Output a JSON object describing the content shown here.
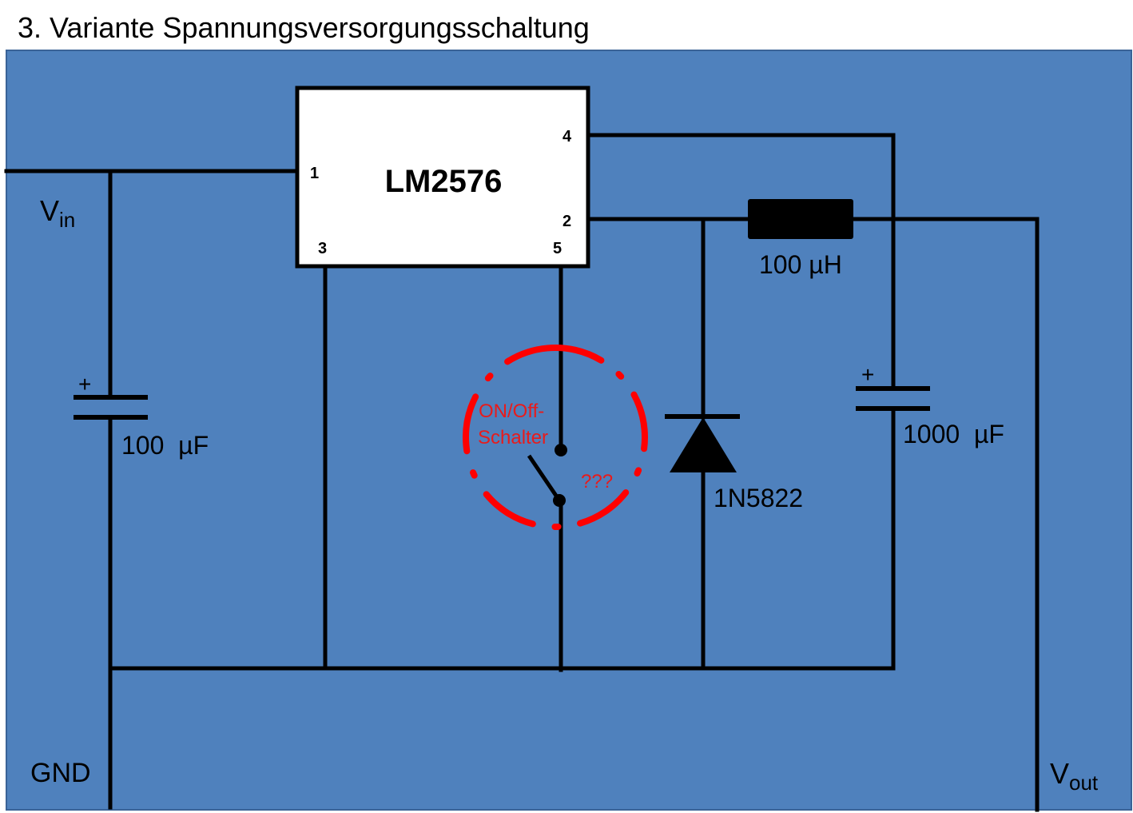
{
  "title": "3. Variante Spannungsversorgungsschaltung",
  "colors": {
    "background": "#4f81bd",
    "wire": "#000000",
    "highlight": "#ff0000",
    "ic_fill": "#ffffff"
  },
  "ic": {
    "name": "LM2576",
    "pins": {
      "p1": "1",
      "p2": "2",
      "p3": "3",
      "p4": "4",
      "p5": "5"
    }
  },
  "terminals": {
    "vin": {
      "main": "V",
      "sub": "in"
    },
    "vout": {
      "main": "V",
      "sub": "out"
    },
    "gnd": "GND"
  },
  "components": {
    "c_in": {
      "value": "100  µF",
      "polarity": "+"
    },
    "c_out": {
      "value": "1000  µF",
      "polarity": "+"
    },
    "inductor": {
      "value": "100 µH"
    },
    "diode": {
      "value": "1N5822"
    }
  },
  "switch": {
    "label_line1": "ON/Off-",
    "label_line2": "Schalter",
    "question": "???"
  }
}
